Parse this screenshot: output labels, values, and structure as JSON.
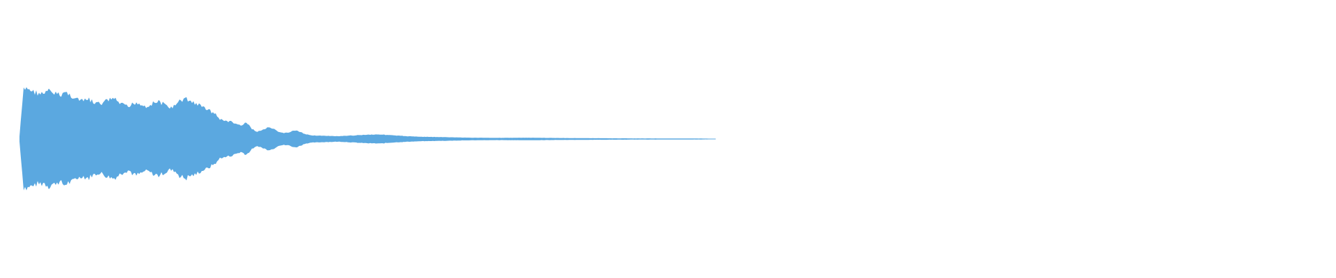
{
  "waveform": {
    "color": "#5ba8e0",
    "background": "#ffffff",
    "envelope": [
      [
        0.0,
        0.05
      ],
      [
        0.003,
        0.96
      ],
      [
        0.006,
        1.0
      ],
      [
        0.01,
        0.93
      ],
      [
        0.014,
        0.9
      ],
      [
        0.018,
        0.88
      ],
      [
        0.022,
        0.94
      ],
      [
        0.026,
        0.9
      ],
      [
        0.03,
        0.86
      ],
      [
        0.034,
        0.92
      ],
      [
        0.038,
        0.86
      ],
      [
        0.042,
        0.8
      ],
      [
        0.047,
        0.74
      ],
      [
        0.052,
        0.78
      ],
      [
        0.056,
        0.7
      ],
      [
        0.061,
        0.69
      ],
      [
        0.066,
        0.76
      ],
      [
        0.07,
        0.8
      ],
      [
        0.074,
        0.72
      ],
      [
        0.078,
        0.66
      ],
      [
        0.082,
        0.62
      ],
      [
        0.085,
        0.7
      ],
      [
        0.088,
        0.72
      ],
      [
        0.092,
        0.66
      ],
      [
        0.096,
        0.64
      ],
      [
        0.1,
        0.7
      ],
      [
        0.104,
        0.74
      ],
      [
        0.108,
        0.68
      ],
      [
        0.112,
        0.62
      ],
      [
        0.116,
        0.64
      ],
      [
        0.12,
        0.74
      ],
      [
        0.124,
        0.8
      ],
      [
        0.128,
        0.74
      ],
      [
        0.132,
        0.7
      ],
      [
        0.136,
        0.64
      ],
      [
        0.14,
        0.6
      ],
      [
        0.144,
        0.53
      ],
      [
        0.148,
        0.46
      ],
      [
        0.15,
        0.38
      ],
      [
        0.154,
        0.36
      ],
      [
        0.158,
        0.34
      ],
      [
        0.162,
        0.3
      ],
      [
        0.166,
        0.26
      ],
      [
        0.17,
        0.32
      ],
      [
        0.174,
        0.2
      ],
      [
        0.178,
        0.14
      ],
      [
        0.182,
        0.18
      ],
      [
        0.186,
        0.22
      ],
      [
        0.19,
        0.2
      ],
      [
        0.194,
        0.13
      ],
      [
        0.198,
        0.12
      ],
      [
        0.202,
        0.13
      ],
      [
        0.206,
        0.17
      ],
      [
        0.21,
        0.14
      ],
      [
        0.214,
        0.09
      ],
      [
        0.22,
        0.07
      ],
      [
        0.23,
        0.06
      ],
      [
        0.24,
        0.055
      ],
      [
        0.25,
        0.07
      ],
      [
        0.26,
        0.085
      ],
      [
        0.27,
        0.09
      ],
      [
        0.28,
        0.07
      ],
      [
        0.29,
        0.055
      ],
      [
        0.3,
        0.045
      ],
      [
        0.32,
        0.035
      ],
      [
        0.34,
        0.025
      ],
      [
        0.36,
        0.022
      ],
      [
        0.38,
        0.025
      ],
      [
        0.4,
        0.02
      ],
      [
        0.42,
        0.017
      ],
      [
        0.44,
        0.014
      ],
      [
        0.46,
        0.012
      ],
      [
        0.48,
        0.011
      ],
      [
        0.5,
        0.01
      ],
      [
        0.51,
        0.009
      ],
      [
        0.518,
        0.006
      ]
    ]
  }
}
